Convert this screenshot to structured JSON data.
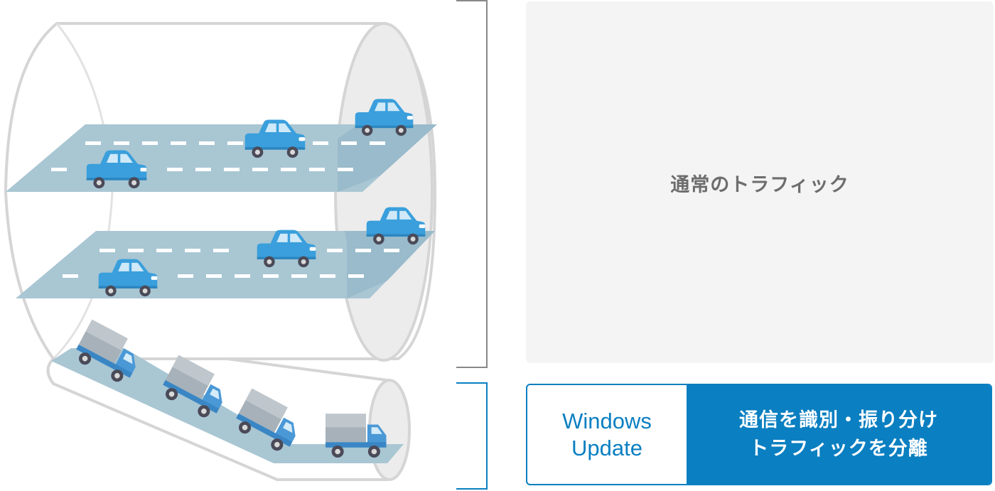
{
  "normal_traffic": {
    "label": "通常のトラフィック"
  },
  "windows_update": {
    "name_line1": "Windows",
    "name_line2": "Update",
    "desc_line1": "通信を識別・振り分け",
    "desc_line2": "トラフィックを分離"
  },
  "colors": {
    "accent_blue": "#0a7fc1",
    "road": "#a9c6d3",
    "car_body": "#3a9fdc",
    "truck_cab": "#4a98d6",
    "truck_cargo": "#a7b1b9",
    "tunnel_outline": "#d5d5d5",
    "panel_grey": "#f4f4f4",
    "label_grey": "#6d6d6d",
    "bracket_grey": "#888888"
  },
  "icons": {
    "car": "car-icon",
    "truck": "truck-icon"
  }
}
